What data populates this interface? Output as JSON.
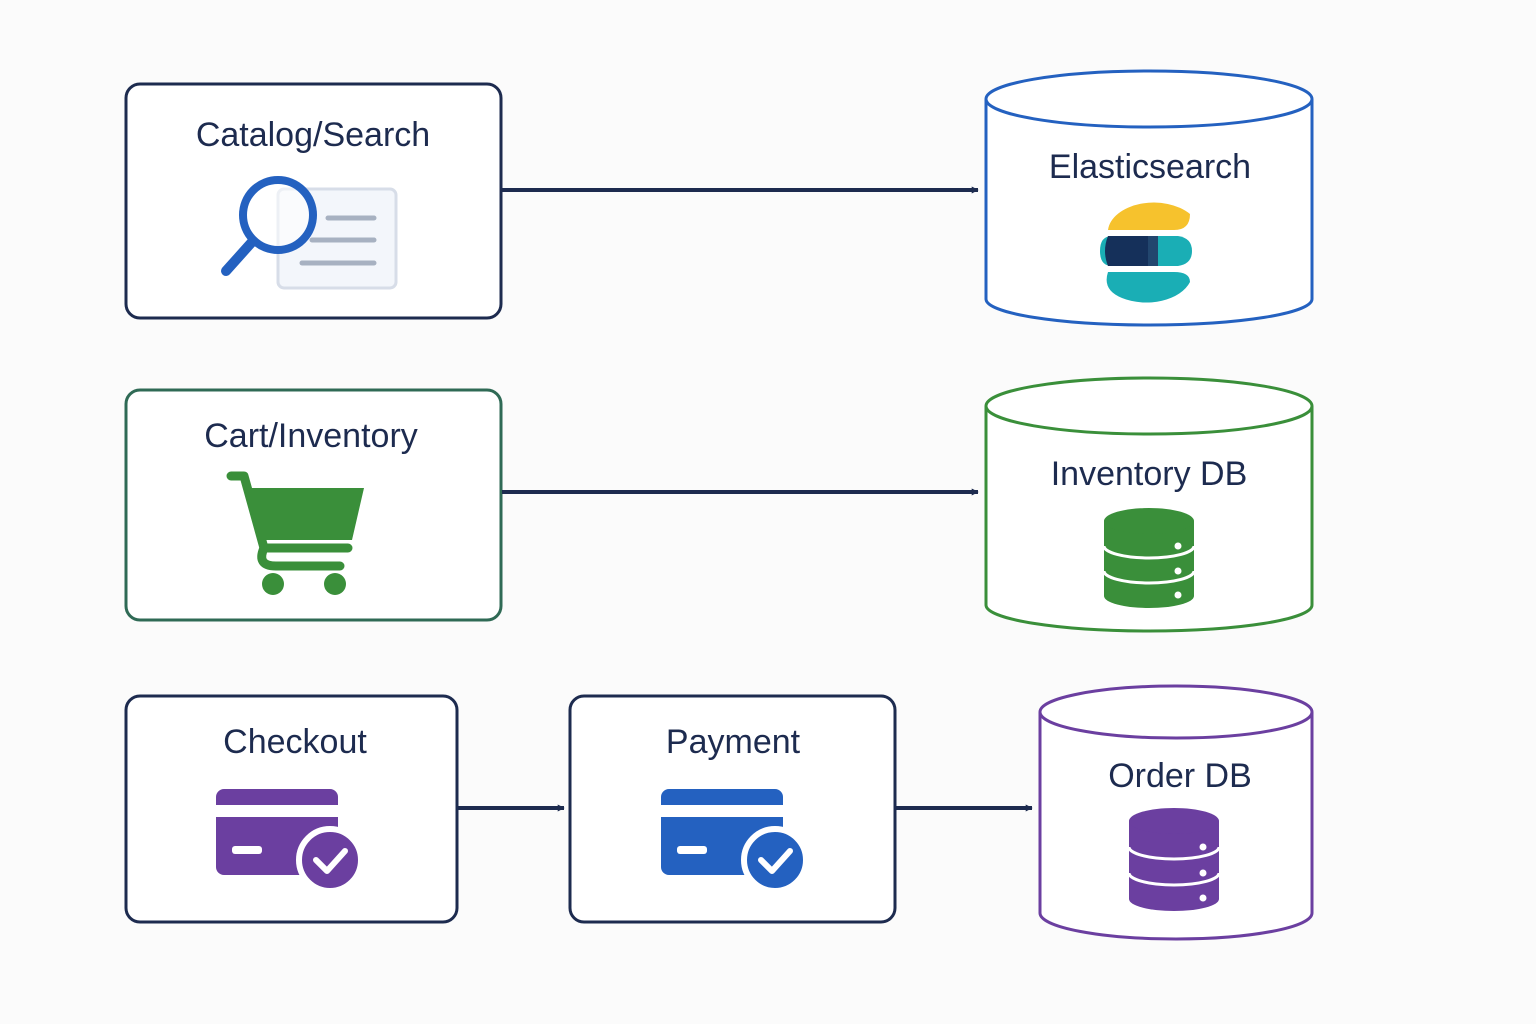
{
  "colors": {
    "navy": "#1d2b4f",
    "blue": "#2461c0",
    "green": "#3a8f3a",
    "dark_green": "#2f6a55",
    "purple": "#6b3fa0",
    "es_yellow": "#f6c22d",
    "es_navy": "#15305a",
    "es_teal": "#1aaeb5",
    "background": "#fbfbfb"
  },
  "services": {
    "catalog": {
      "label": "Catalog/Search",
      "icon": "search-document-icon"
    },
    "cart": {
      "label": "Cart/Inventory",
      "icon": "shopping-cart-icon"
    },
    "checkout": {
      "label": "Checkout",
      "icon": "credit-card-check-icon"
    },
    "payment": {
      "label": "Payment",
      "icon": "credit-card-check-icon"
    }
  },
  "stores": {
    "elasticsearch": {
      "label": "Elasticsearch",
      "icon": "elasticsearch-logo"
    },
    "inventory_db": {
      "label": "Inventory DB",
      "icon": "database-icon"
    },
    "order_db": {
      "label": "Order DB",
      "icon": "database-icon"
    }
  },
  "connections": [
    {
      "from": "Catalog/Search",
      "to": "Elasticsearch"
    },
    {
      "from": "Cart/Inventory",
      "to": "Inventory DB"
    },
    {
      "from": "Checkout",
      "to": "Payment"
    },
    {
      "from": "Payment",
      "to": "Order DB"
    }
  ]
}
